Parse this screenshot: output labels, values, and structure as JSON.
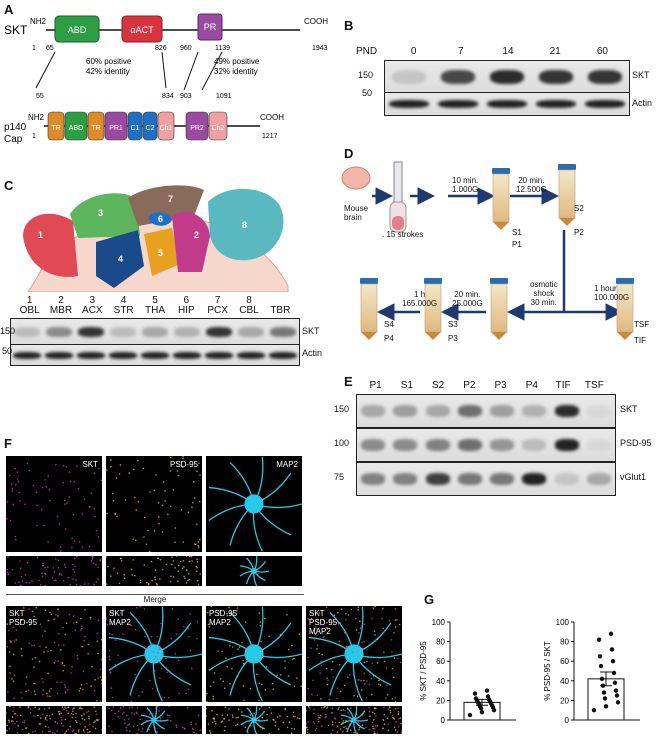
{
  "panel_labels": {
    "A": "A",
    "B": "B",
    "C": "C",
    "D": "D",
    "E": "E",
    "F": "F",
    "G": "G"
  },
  "panelA": {
    "skt_label": "SKT",
    "nh2": "NH2",
    "cooh": "COOH",
    "skt_domains": [
      "ABD",
      "αACT",
      "PR"
    ],
    "skt_positions": [
      "1",
      "65",
      "826",
      "960",
      "1139",
      "1943"
    ],
    "similarity_left": "60% positive\n42% identity",
    "similarity_right": "49% positive\n32% identity",
    "p140_label": "p140\nCap",
    "p140_positions_top": [
      "55",
      "834",
      "903",
      "1091"
    ],
    "p140_domains": [
      "TR",
      "ABD",
      "TR",
      "PR1",
      "C1",
      "C2",
      "Ch1",
      "PR2",
      "Ch2"
    ],
    "p140_positions_bottom": [
      "1",
      "1217"
    ]
  },
  "panelB": {
    "pnd_label": "PND",
    "lanes": [
      "0",
      "7",
      "14",
      "21",
      "60"
    ],
    "markers": [
      "150",
      "50"
    ],
    "rows": [
      "SKT",
      "Actin"
    ],
    "skt_intensity": [
      0.15,
      0.8,
      0.95,
      0.9,
      0.9
    ]
  },
  "panelC": {
    "region_numbers": [
      "1",
      "2",
      "3",
      "4",
      "5",
      "6",
      "7",
      "8"
    ],
    "lane_numbers": [
      "1",
      "2",
      "3",
      "4",
      "5",
      "6",
      "7",
      "8"
    ],
    "lanes": [
      "OBL",
      "MBR",
      "ACX",
      "STR",
      "THA",
      "HIP",
      "PCX",
      "CBL",
      "TBR"
    ],
    "markers": [
      "150",
      "50"
    ],
    "rows": [
      "SKT",
      "Actin"
    ],
    "skt_intensity": [
      0.2,
      0.45,
      0.9,
      0.2,
      0.3,
      0.25,
      0.9,
      0.3,
      0.55
    ]
  },
  "panelD": {
    "mouse": "Mouse\nbrain",
    "strokes": ". 15 strokes",
    "step1": "10 min.\n1.000G",
    "step2": "20 min.\n12.500G",
    "s1": "S1",
    "p1": "P1",
    "s2": "S2",
    "p2": "P2",
    "step3": "1 hour\n100.000G",
    "step4": "osmotic\nshock\n30 min.",
    "step5": "20 min.\n25.000G",
    "step6": "1 h\n165.000G",
    "s3": "S3",
    "p3": "P3",
    "s4": "S4",
    "p4": "P4",
    "tsf": "TSF",
    "tif": "TIF"
  },
  "panelE": {
    "lanes": [
      "P1",
      "S1",
      "S2",
      "P2",
      "P3",
      "P4",
      "TIF",
      "TSF"
    ],
    "rows": [
      {
        "marker": "150",
        "name": "SKT",
        "intensity": [
          0.3,
          0.35,
          0.3,
          0.6,
          0.35,
          0.25,
          0.95,
          0.05
        ]
      },
      {
        "marker": "100",
        "name": "PSD-95",
        "intensity": [
          0.45,
          0.45,
          0.5,
          0.6,
          0.4,
          0.2,
          1.0,
          0.05
        ]
      },
      {
        "marker": "75",
        "name": "vGlut1",
        "intensity": [
          0.5,
          0.5,
          0.85,
          0.55,
          0.55,
          1.0,
          0.15,
          0.3
        ]
      }
    ]
  },
  "panelF": {
    "top": [
      "SKT",
      "PSD-95",
      "MAP2"
    ],
    "merge": "Merge",
    "bottom": [
      "SKT\nPSD-95",
      "SKT\nMAP2",
      "PSD-95\nMAP2",
      "SKT\nPSD-95\nMAP2"
    ]
  },
  "chart_data": [
    {
      "type": "bar",
      "ylabel": "% SKT / PSD-95",
      "ylim": [
        0,
        100
      ],
      "yticks": [
        "0",
        "20",
        "40",
        "60",
        "80",
        "100"
      ],
      "values": [
        18
      ],
      "error": 3,
      "points": [
        5,
        8,
        10,
        12,
        13,
        14,
        15,
        16,
        17,
        18,
        19,
        20,
        21,
        22,
        24,
        27,
        30
      ]
    },
    {
      "type": "bar",
      "ylabel": "% PSD-95 / SKT",
      "ylim": [
        0,
        100
      ],
      "yticks": [
        "0",
        "20",
        "40",
        "60",
        "80",
        "100"
      ],
      "values": [
        42
      ],
      "error": 7,
      "points": [
        10,
        14,
        18,
        22,
        25,
        28,
        30,
        35,
        38,
        42,
        48,
        55,
        60,
        65,
        72,
        82,
        88
      ]
    }
  ],
  "colors": {
    "abd": "#2e9e45",
    "aact": "#d8343f",
    "pr": "#9a4aa0",
    "tr": "#e08a2a",
    "c": "#1f6fc2",
    "ch": "#f0a0a0",
    "skt_mag": "#d040c0",
    "psd_yel": "#e8c020",
    "map2_cyan": "#28c8e8"
  }
}
